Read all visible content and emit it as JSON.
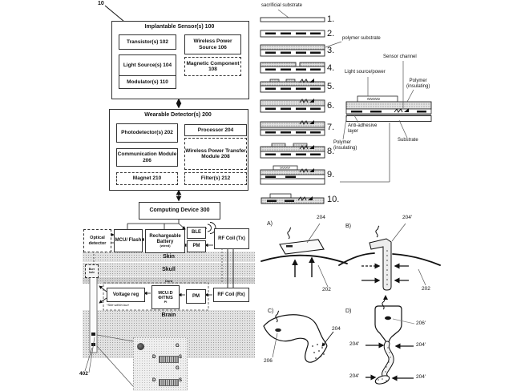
{
  "page": {
    "figure_ref": "10"
  },
  "block_diagram": {
    "implantable": {
      "title": "Implantable Sensor(s) 100",
      "transistors": "Transistor(s) 102",
      "wireless_power": "Wireless Power Source 106",
      "light_sources": "Light Source(s) 104",
      "magnetic": "Magnetic Component 108",
      "modulators": "Modulator(s) 110"
    },
    "wearable": {
      "title": "Wearable Detector(s) 200",
      "photodetectors": "Photodetector(s) 202",
      "processor": "Processor 204",
      "comm_module": "Communication Module 206",
      "wptm": "Wireless Power Transfer Module 208",
      "magnet": "Magnet 210",
      "filters": "Filter(s) 212"
    },
    "computing": {
      "title": "Computing Device 300"
    }
  },
  "implant_schematic": {
    "optical_detector": "Optical detector",
    "mcu_flash": "MCU/ Flash",
    "battery": "Rechargeable Battery",
    "battery_note": "(wired)",
    "ble": "BLE",
    "pm_top": "PM",
    "rf_coil_tx": "RF Coil (Tx)",
    "voltage_reg": "Voltage reg",
    "mcu_implant_l1": "MCU:D",
    "mcu_implant_l2": "Φ/TN/S",
    "mcu_implant_l3": "PI",
    "pm_bottom": "PM",
    "rf_coil_rx": "RF Coil (Rx)",
    "skin": "Skin",
    "skull": "Skull",
    "dura": "Dura",
    "brain": "Brain",
    "burr_hole": "Burr hole",
    "site_note": "*Site within burr",
    "probe_ref": "402",
    "inset": {
      "g1": "G",
      "d1": "D",
      "s1": "S",
      "g2": "G",
      "d2": "D",
      "s2": "S"
    }
  },
  "fabrication": {
    "sacrificial_label": "sacrificial substrate",
    "polymer_label": "polymer substrate",
    "steps": [
      "1.",
      "2.",
      "3.",
      "4.",
      "5.",
      "6.",
      "7.",
      "8.",
      "9.",
      "10."
    ],
    "detail": {
      "sensor_channel": "Sensor channel",
      "light_source": "Light source/power",
      "polymer_right_l1": "Polymer",
      "polymer_right_l2": "(insulating)",
      "anti_adhesive_l1": "Anti-adhesive",
      "anti_adhesive_l2": "layer",
      "polymer_left_l1": "Polymer",
      "polymer_left_l2": "(insulating)",
      "substrate": "Substrate"
    }
  },
  "subfigures": {
    "a": {
      "label": "A)",
      "device_ref": "204",
      "surface_ref": "202"
    },
    "b": {
      "label": "B)",
      "device_ref": "204'",
      "surface_ref": "202"
    },
    "c": {
      "label": "C)",
      "component_ref": "206",
      "sensor_ref": "204"
    },
    "d": {
      "label": "D)",
      "component_ref": "206'",
      "refs": [
        "204'",
        "204'",
        "204'",
        "204'"
      ]
    }
  }
}
